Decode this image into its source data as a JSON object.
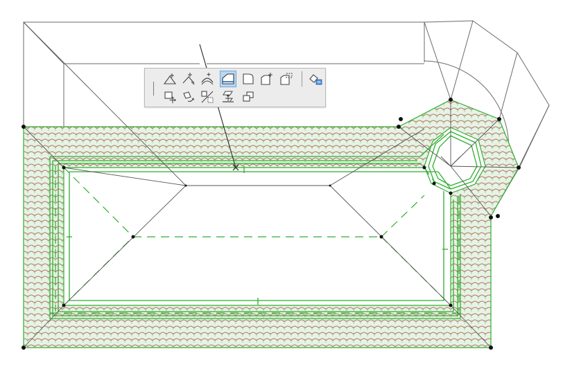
{
  "app": {
    "view": "floor-plan",
    "element": "roof"
  },
  "colors": {
    "roof_outline": "#2fae2f",
    "roof_fill": "#e6f3e6",
    "tile_pattern": "#b9705f",
    "construction_line": "#6a6a6a",
    "active_tool": "#b9d7f2"
  },
  "pet_palette": {
    "tools_row1": [
      {
        "name": "insert-new-node",
        "icon": "insert-node-icon"
      },
      {
        "name": "move-node",
        "icon": "move-node-icon"
      },
      {
        "name": "curve-edge",
        "icon": "curve-edge-icon"
      },
      {
        "name": "offset-edge",
        "icon": "offset-edge-icon",
        "active": true
      },
      {
        "name": "fillet-chamfer",
        "icon": "fillet-icon"
      },
      {
        "name": "add-to-polygon",
        "icon": "add-polygon-icon"
      },
      {
        "name": "subtract-from-polygon",
        "icon": "subtract-polygon-icon"
      },
      {
        "name": "custom-settings",
        "icon": "custom-settings-icon"
      }
    ],
    "tools_row2": [
      {
        "name": "drag",
        "icon": "drag-icon"
      },
      {
        "name": "rotate",
        "icon": "rotate-icon"
      },
      {
        "name": "mirror",
        "icon": "mirror-icon"
      },
      {
        "name": "elevate",
        "icon": "elevate-icon"
      },
      {
        "name": "multiply",
        "icon": "multiply-icon"
      }
    ]
  }
}
